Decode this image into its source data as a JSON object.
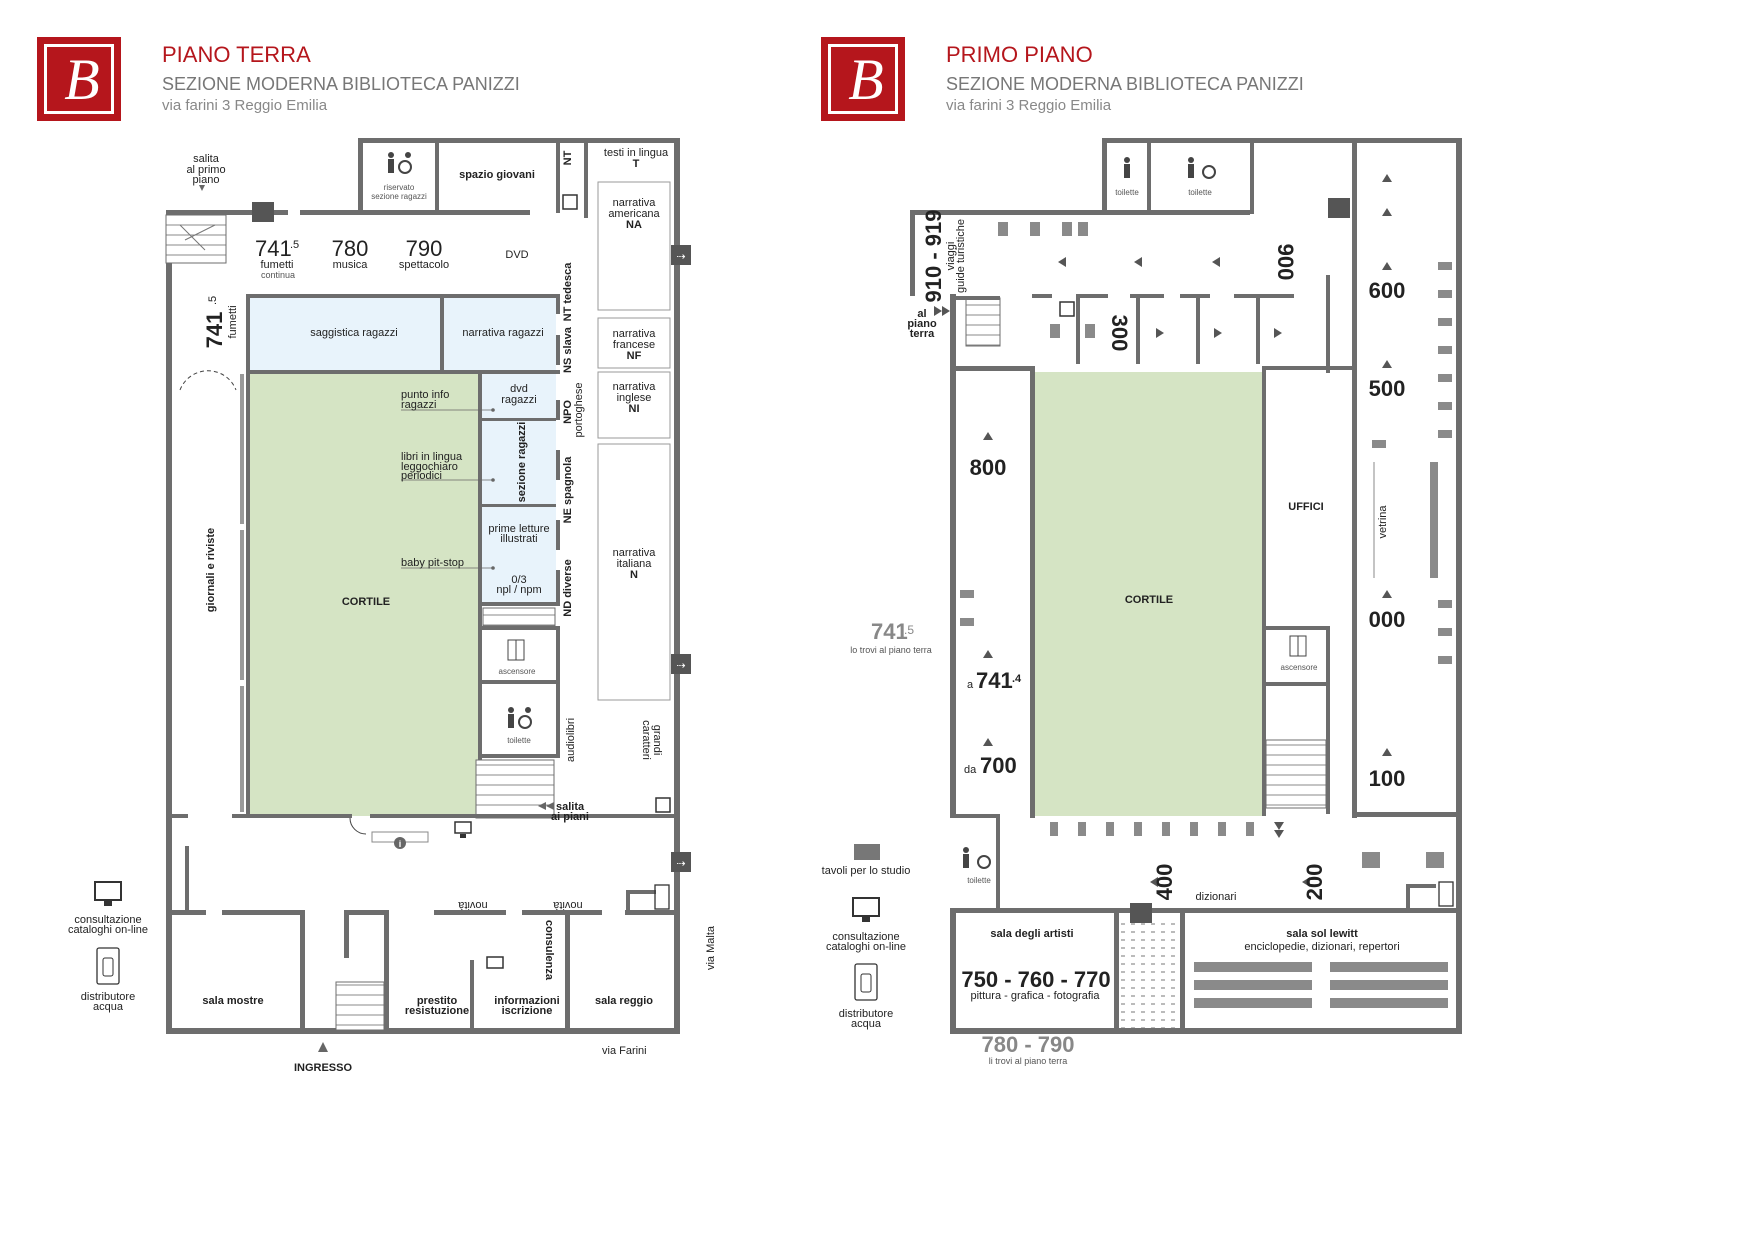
{
  "logo": {
    "letter": "B"
  },
  "left": {
    "title": "PIANO TERRA",
    "subtitle": "SEZIONE MODERNA BIBLIOTECA PANIZZI",
    "address": "via farini 3 Reggio Emilia",
    "labels": {
      "salita_primo": "salita",
      "salita_primo2": "al primo",
      "salita_primo3": "piano",
      "riservato": "riservato",
      "riservato2": "sezione ragazzi",
      "spazio_giovani": "spazio giovani",
      "nt": "NT",
      "testi_lingua": "testi in lingua",
      "testi_t": "T",
      "n741": "741",
      "n741_sup": ".5",
      "fumetti": "fumetti",
      "continua": "continua",
      "n780": "780",
      "musica": "musica",
      "n790": "790",
      "spettacolo": "spettacolo",
      "dvd": "DVD",
      "narr_amer": "narrativa",
      "narr_amer2": "americana",
      "narr_amer3": "NA",
      "nt_tedesca": "NT tedesca",
      "v741": "741",
      "v741_sup": ".5",
      "v_fumetti": "fumetti",
      "saggistica": "saggistica ragazzi",
      "narr_ragazzi": "narrativa ragazzi",
      "ns_slava": "NS slava",
      "narr_fran": "narrativa",
      "narr_fran2": "francese",
      "narr_fran3": "NF",
      "narr_ing": "narrativa",
      "narr_ing2": "inglese",
      "narr_ing3": "NI",
      "punto_info": "punto info",
      "punto_info2": "ragazzi",
      "dvd_r": "dvd",
      "dvd_r2": "ragazzi",
      "npo": "NPO",
      "portoghese": "portoghese",
      "libri_lingua": "libri in lingua",
      "leggo": "leggochiaro",
      "periodici": "periodici",
      "sezione_ragazzi": "sezione ragazzi",
      "ne_spagnola": "NE spagnola",
      "narr_ita": "narrativa",
      "narr_ita2": "italiana",
      "narr_ita3": "N",
      "prime": "prime letture",
      "illustrati": "illustrati",
      "baby": "baby pit-stop",
      "zero3": "0/3",
      "npl": "npl / npm",
      "nd_diverse": "ND diverse",
      "giornali": "giornali e riviste",
      "cortile": "CORTILE",
      "ascensore": "ascensore",
      "toilette": "toilette",
      "audiolibri": "audiolibri",
      "grandi": "grandi",
      "caratteri": "caratteri",
      "salita_piani": "salita",
      "salita_piani2": "ai piani",
      "novita1": "novità",
      "novita2": "novità",
      "consulenza": "consulenza",
      "sala_mostre": "sala mostre",
      "prestito": "prestito",
      "restituzione": "resistuzione",
      "informazioni": "informazioni",
      "iscrizione": "iscrizione",
      "sala_reggio": "sala reggio",
      "via_malta": "via Malta",
      "via_farini": "via Farini",
      "ingresso": "INGRESSO"
    }
  },
  "right": {
    "title": "PRIMO PIANO",
    "subtitle": "SEZIONE MODERNA BIBLIOTECA PANIZZI",
    "address": "via farini 3 Reggio Emilia",
    "labels": {
      "toilette1": "toilette",
      "toilette2": "toilette",
      "n910": "910 - 919",
      "viaggi": "viaggi",
      "guide": "guide turistiche",
      "n900": "900",
      "n600": "600",
      "al_piano": "al",
      "al_piano2": "piano",
      "al_piano3": "terra",
      "n300": "300",
      "n500": "500",
      "n800": "800",
      "uffici": "UFFICI",
      "vetrina": "vetrina",
      "cortile": "CORTILE",
      "n741": "741",
      "n741_sup": ".5",
      "trovi": "lo trovi al piano terra",
      "n000": "000",
      "ascensore": "ascensore",
      "a": "a",
      "a741": "741",
      "a741_sup": ".4",
      "da": "da",
      "n700": "700",
      "n100": "100",
      "tavoli": "tavoli per lo studio",
      "toilette3": "toilette",
      "n400": "400",
      "dizionari": "dizionari",
      "n200": "200",
      "sala_artisti": "sala degli artisti",
      "n750": "750 - 760 - 770",
      "pittura": "pittura - grafica - fotografia",
      "sala_lewitt": "sala sol lewitt",
      "enciclopedie": "enciclopedie, dizionari, repertori",
      "n780": "780 - 790",
      "trovi2": "li trovi al piano terra"
    }
  },
  "legend": {
    "cons": "consultazione",
    "cons2": "cataloghi on-line",
    "dist": "distributore",
    "dist2": "acqua"
  },
  "colors": {
    "brand": "#b5161c",
    "wall": "#6d6d6d",
    "courtyard": "#d5e4c4",
    "kids": "#e8f3fb"
  }
}
